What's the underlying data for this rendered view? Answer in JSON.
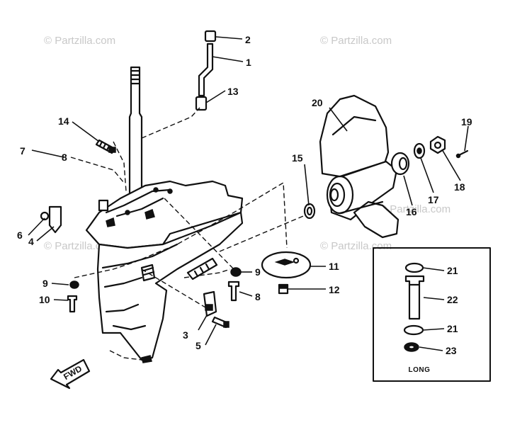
{
  "watermark": {
    "text": "© Partzilla.com",
    "color": "#c8c8c8"
  },
  "callouts": {
    "c1": "1",
    "c2": "2",
    "c3": "3",
    "c4": "4",
    "c5": "5",
    "c6": "6",
    "c7": "7",
    "c8": "8",
    "c9a": "9",
    "c9b": "9",
    "c10": "10",
    "c11": "11",
    "c12": "12",
    "c13": "13",
    "c14": "14",
    "c15": "15",
    "c16": "16",
    "c17": "17",
    "c18": "18",
    "c19": "19",
    "c20": "20",
    "c21a": "21",
    "c21b": "21",
    "c22": "22",
    "c23": "23",
    "c8b": "8"
  },
  "inset": {
    "label": "LONG"
  },
  "direction_arrow": {
    "label": "FWD"
  },
  "line_color": "#111111"
}
